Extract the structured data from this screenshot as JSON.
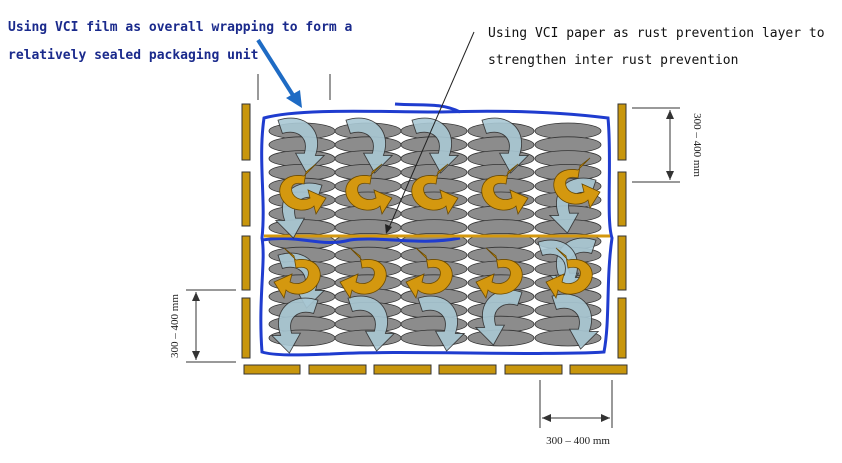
{
  "annotations": {
    "film_label": "Using VCI film as overall wrapping to form a relatively sealed packaging unit",
    "paper_label": "Using VCI paper as rust prevention layer to strengthen inter rust prevention"
  },
  "dimensions": {
    "right_vertical": "300 – 400 mm",
    "left_vertical": "300 – 400 mm",
    "bottom_horizontal": "300 – 400 mm"
  },
  "colors": {
    "wood": "#c8960c",
    "film": "#1f3ccf",
    "disc": "#8c8c8c",
    "vci_arrow": "#a9c8d4",
    "flow_arrow": "#d4980f"
  },
  "grid": {
    "rows": 16,
    "columns": 5
  }
}
